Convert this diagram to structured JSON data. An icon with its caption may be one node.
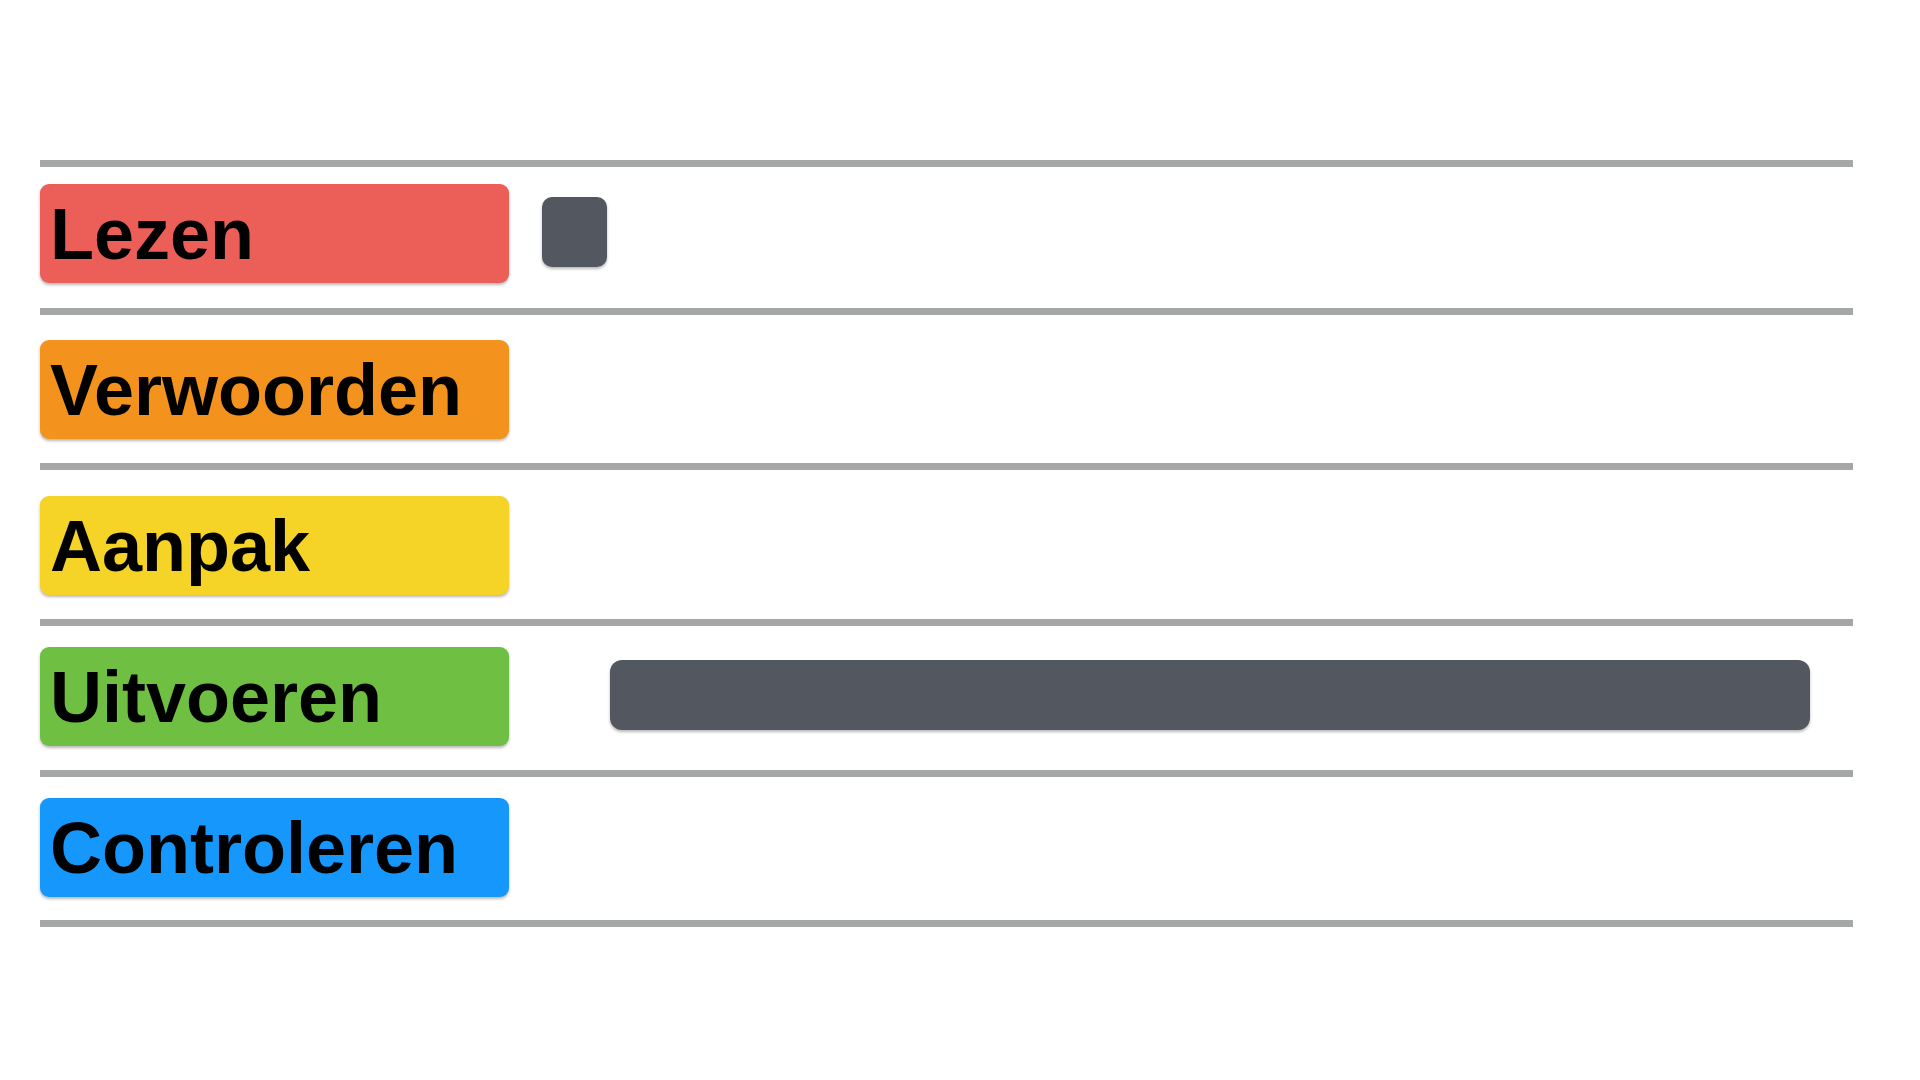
{
  "diagram": {
    "nodes": [
      {
        "text": [
          "Lezen"
        ]
      },
      {
        "text": [],
        "shape": "box"
      },
      {
        "text": [
          "Verwoorden"
        ]
      },
      {
        "text": [
          "Aanpak"
        ]
      },
      {
        "text": [
          "Uitvoeren"
        ]
      },
      {
        "text": [],
        "shape": "bar"
      },
      {
        "text": [
          "Controleren"
        ]
      }
    ]
  }
}
